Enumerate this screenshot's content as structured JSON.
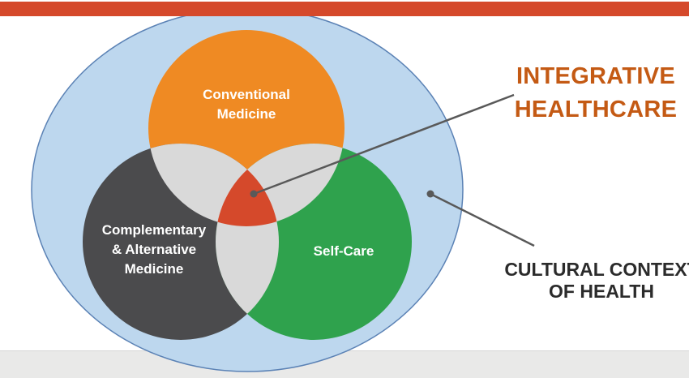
{
  "figure": {
    "type": "venn-diagram",
    "top_bar_color": "#d5492b",
    "bottom_bar_color": "#e9e9e8"
  },
  "diagram": {
    "outer_ellipse": {
      "label": "CULTURAL CONTEXT OF HEALTH",
      "label_lines": [
        "CULTURAL CONTEXT",
        "OF HEALTH"
      ],
      "label_color": "#2b2b2b",
      "fill": "#bdd7ee",
      "stroke": "#5b82b5"
    },
    "circles": [
      {
        "id": "conventional-medicine",
        "label": "Conventional Medicine",
        "lines": [
          "Conventional",
          "Medicine"
        ],
        "color": "#ef8a23",
        "text_color": "#ffffff"
      },
      {
        "id": "complementary-alternative-medicine",
        "label": "Complementary & Alternative Medicine",
        "lines": [
          "Complementary",
          "& Alternative",
          "Medicine"
        ],
        "color": "#4b4b4d",
        "text_color": "#ffffff"
      },
      {
        "id": "self-care",
        "label": "Self-Care",
        "lines": [
          "Self-Care"
        ],
        "color": "#2fa24d",
        "text_color": "#ffffff"
      }
    ],
    "pairwise_overlap_color": "#d9d9d9",
    "center_intersection": {
      "label": "INTEGRATIVE HEALTHCARE",
      "label_lines": [
        "INTEGRATIVE",
        "HEALTHCARE"
      ],
      "label_color": "#c45a14",
      "color": "#d5492b"
    },
    "connector_color": "#595959"
  }
}
